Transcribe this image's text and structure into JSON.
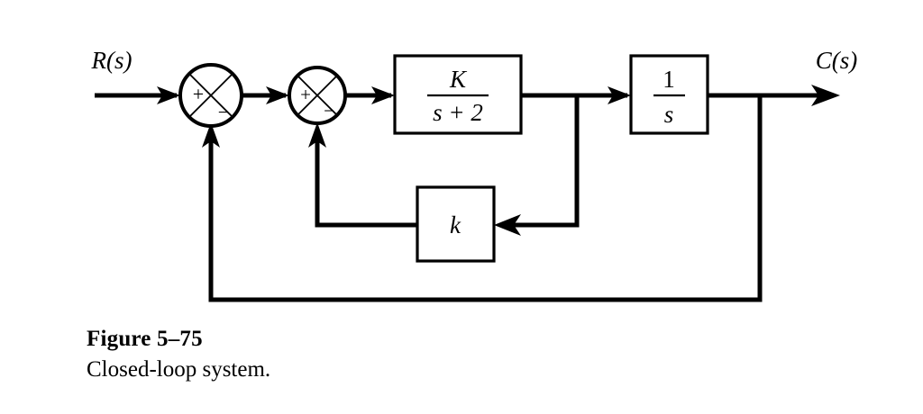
{
  "figure": {
    "caption_title": "Figure 5–75",
    "caption_subtitle": "Closed-loop system.",
    "background_color": "#ffffff",
    "line_color": "#000000"
  },
  "signals": {
    "input_label": "R(s)",
    "output_label": "C(s)"
  },
  "summing_junctions": [
    {
      "id": "outer-sum",
      "plus_label": "+",
      "minus_label": "−",
      "plus_position": "left",
      "minus_position": "bottom"
    },
    {
      "id": "inner-sum",
      "plus_label": "+",
      "minus_label": "−",
      "plus_position": "left",
      "minus_position": "bottom"
    }
  ],
  "blocks": [
    {
      "id": "forward-gain",
      "type": "fraction",
      "numerator": "K",
      "denominator": "s + 2",
      "label": "K/(s + 2)"
    },
    {
      "id": "integrator",
      "type": "fraction",
      "numerator": "1",
      "denominator": "s",
      "label": "1/s"
    },
    {
      "id": "inner-feedback-gain",
      "type": "plain",
      "numerator": "k",
      "denominator": "",
      "label": "k"
    }
  ],
  "chart_data": {
    "type": "diagram",
    "title": "Closed-loop system",
    "nodes": [
      {
        "id": "input",
        "label": "R(s)",
        "kind": "signal-source"
      },
      {
        "id": "outer-sum",
        "label": "+ −",
        "kind": "summing-junction"
      },
      {
        "id": "inner-sum",
        "label": "+ −",
        "kind": "summing-junction"
      },
      {
        "id": "forward-gain",
        "label": "K/(s + 2)",
        "kind": "transfer-block"
      },
      {
        "id": "integrator",
        "label": "1/s",
        "kind": "transfer-block"
      },
      {
        "id": "inner-feedback-gain",
        "label": "k",
        "kind": "transfer-block"
      },
      {
        "id": "output",
        "label": "C(s)",
        "kind": "signal-sink"
      }
    ],
    "edges": [
      {
        "from": "input",
        "to": "outer-sum",
        "sign": "+"
      },
      {
        "from": "outer-sum",
        "to": "inner-sum",
        "sign": ""
      },
      {
        "from": "inner-sum",
        "to": "forward-gain",
        "sign": ""
      },
      {
        "from": "forward-gain",
        "to": "integrator",
        "sign": ""
      },
      {
        "from": "forward-gain",
        "to": "inner-feedback-gain",
        "sign": ""
      },
      {
        "from": "inner-feedback-gain",
        "to": "inner-sum",
        "sign": "−"
      },
      {
        "from": "integrator",
        "to": "output",
        "sign": ""
      },
      {
        "from": "integrator",
        "to": "outer-sum",
        "sign": "−"
      }
    ]
  }
}
